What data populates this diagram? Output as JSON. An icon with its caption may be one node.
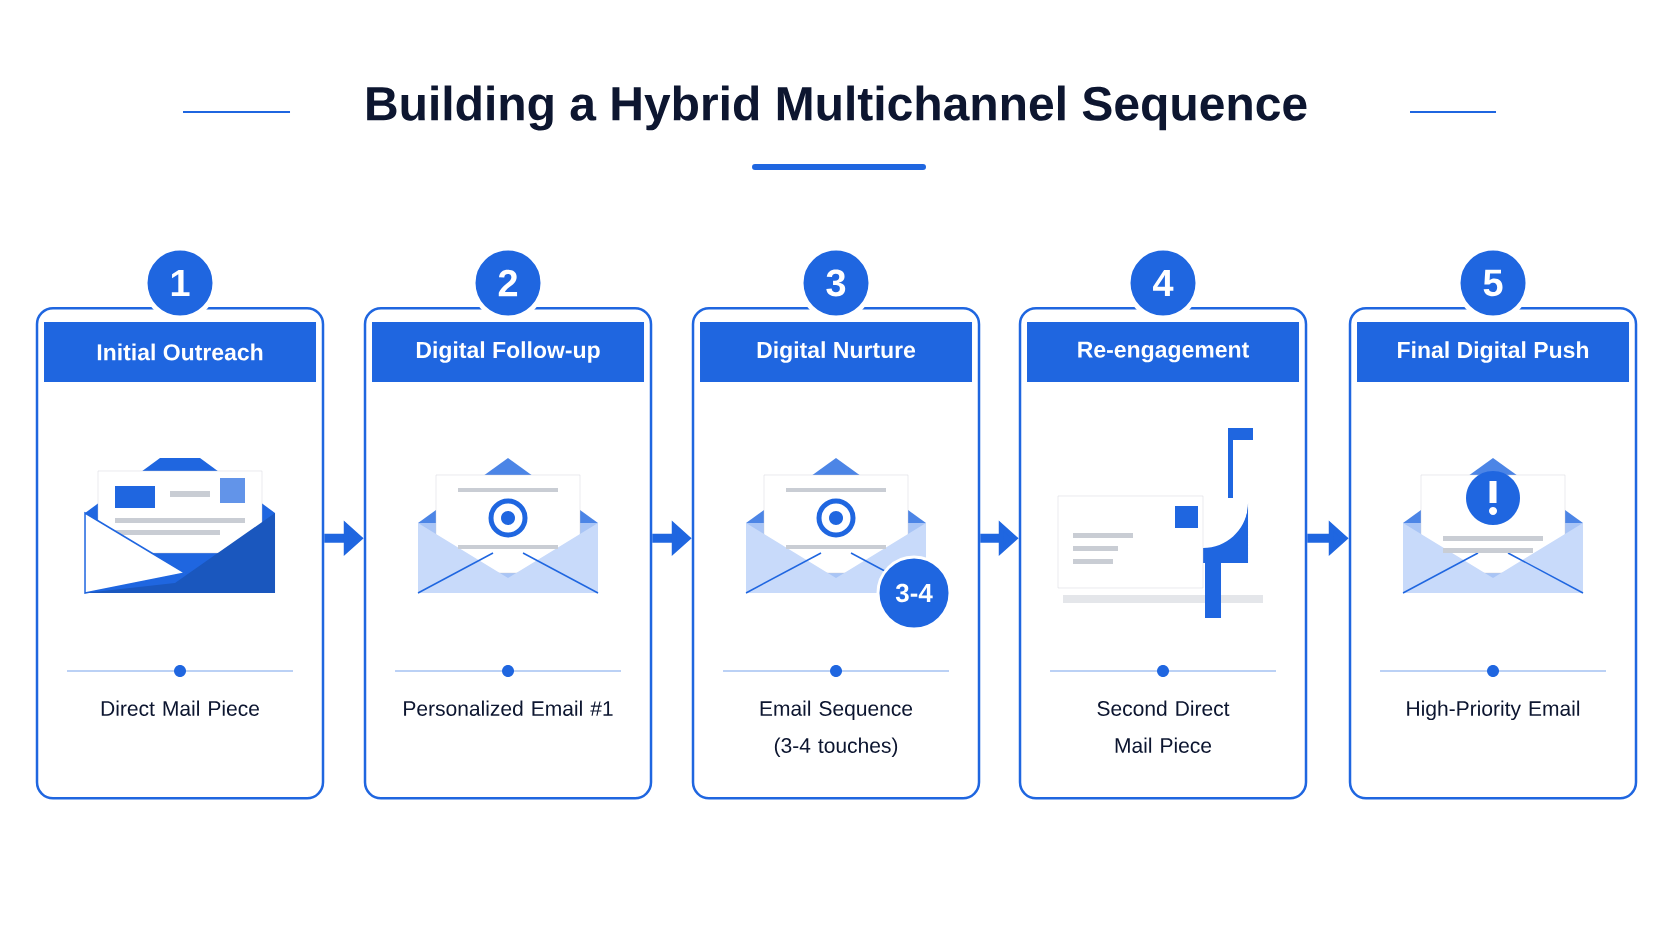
{
  "diagram": {
    "title": "Building a Hybrid Multichannel Sequence",
    "nodes": [
      {
        "text": [
          "Initial Outreach",
          "Direct Mail Piece"
        ]
      },
      {
        "text": [
          "Digital Follow-up",
          "Personalized Email #1"
        ]
      },
      {
        "text": [
          "Digital Nurture",
          "Email Sequence (3-4 touches)"
        ]
      },
      {
        "text": [
          "Re-engagement",
          "Second Direct Mail Piece"
        ]
      },
      {
        "text": [
          "Final Digital Push",
          "High-Priority Email"
        ]
      },
      {
        "text": [
          "1"
        ]
      },
      {
        "text": [
          "2"
        ]
      },
      {
        "text": [
          "3"
        ]
      },
      {
        "text": [
          "4"
        ]
      },
      {
        "text": [
          "5"
        ]
      },
      {
        "text": [
          "3-4"
        ],
        "in": 2
      }
    ],
    "edges": [
      {
        "from": 0,
        "to": 1,
        "arrow": "to"
      },
      {
        "from": 1,
        "to": 2,
        "arrow": "to"
      },
      {
        "from": 2,
        "to": 3,
        "arrow": "to"
      },
      {
        "from": 3,
        "to": 4,
        "arrow": "to"
      }
    ]
  }
}
